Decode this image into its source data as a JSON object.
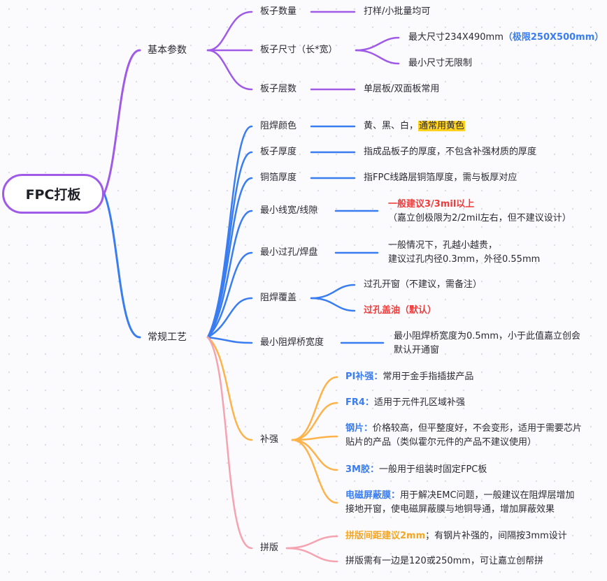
{
  "colors": {
    "purple": "#a05ae8",
    "blue": "#3a7df0",
    "orange": "#fdb24a",
    "pink": "#f5a3b0",
    "red": "#ee3b3b",
    "highlight": "#ffd21f"
  },
  "root": "FPC打板",
  "basic": {
    "title": "基本参数",
    "qty_label": "板子数量",
    "qty_value": "打样/小批量均可",
    "size_label": "板子尺寸（长*宽）",
    "size_max_a": "最大尺寸234X490mm",
    "size_max_b": "（极限250X500mm）",
    "size_min": "最小尺寸无限制",
    "layers_label": "板子层数",
    "layers_value": "单层板/双面板常用"
  },
  "process": {
    "title": "常规工艺",
    "mask_color_label": "阻焊颜色",
    "mask_color_a": "黄、黑、白，",
    "mask_color_b": "通常用黄色",
    "thickness_label": "板子厚度",
    "thickness_value": "指成品板子的厚度，不包含补强材质的厚度",
    "copper_label": "铜箔厚度",
    "copper_value": "指FPC线路层铜箔厚度，需与板厚对应",
    "trace_label": "最小线宽/线隙",
    "trace_a": "一般建议3/3mil以上",
    "trace_b": "（嘉立创极限为2/2mil左右，但不建议设计）",
    "via_label": "最小过孔/焊盘",
    "via_a": "一般情况下，孔越小越贵，",
    "via_b": "建议过孔内径0.3mm，外径0.55mm",
    "cover_label": "阻焊覆盖",
    "cover_a": "过孔开窗（不建议，需备注）",
    "cover_b": "过孔盖油（默认）",
    "bridge_label": "最小阻焊桥宽度",
    "bridge_a": "最小阻焊桥宽度为0.5mm，小于此值嘉立创会",
    "bridge_b": "默认开通窗",
    "stiff_label": "补强",
    "pi_key": "PI补强：",
    "pi_val": "常用于金手指插拔产品",
    "fr4_key": "FR4：",
    "fr4_val": "适用于元件孔区域补强",
    "steel_key": "钢片：",
    "steel_val_a": "价格较高，但平整度好，不会变形，适用于需要芯片",
    "steel_val_b": "贴片的产品（类似霍尔元件的产品不建议使用）",
    "tape_key": "3M胶：",
    "tape_val": "一般用于组装时固定FPC板",
    "emi_key": "电磁屏蔽膜：",
    "emi_val_a": "用于解决EMC问题，一般建议在阻焊层增加",
    "emi_val_b": "接地开窗，使电磁屏蔽膜与地铜导通，增加屏蔽效果",
    "panel_label": "拼版",
    "panel_a_key": "拼版间距建议2mm",
    "panel_a_val": "；有钢片补强的，间隔按3mm设计",
    "panel_b": "拼版需有一边是120或250mm，可让嘉立创帮拼"
  }
}
